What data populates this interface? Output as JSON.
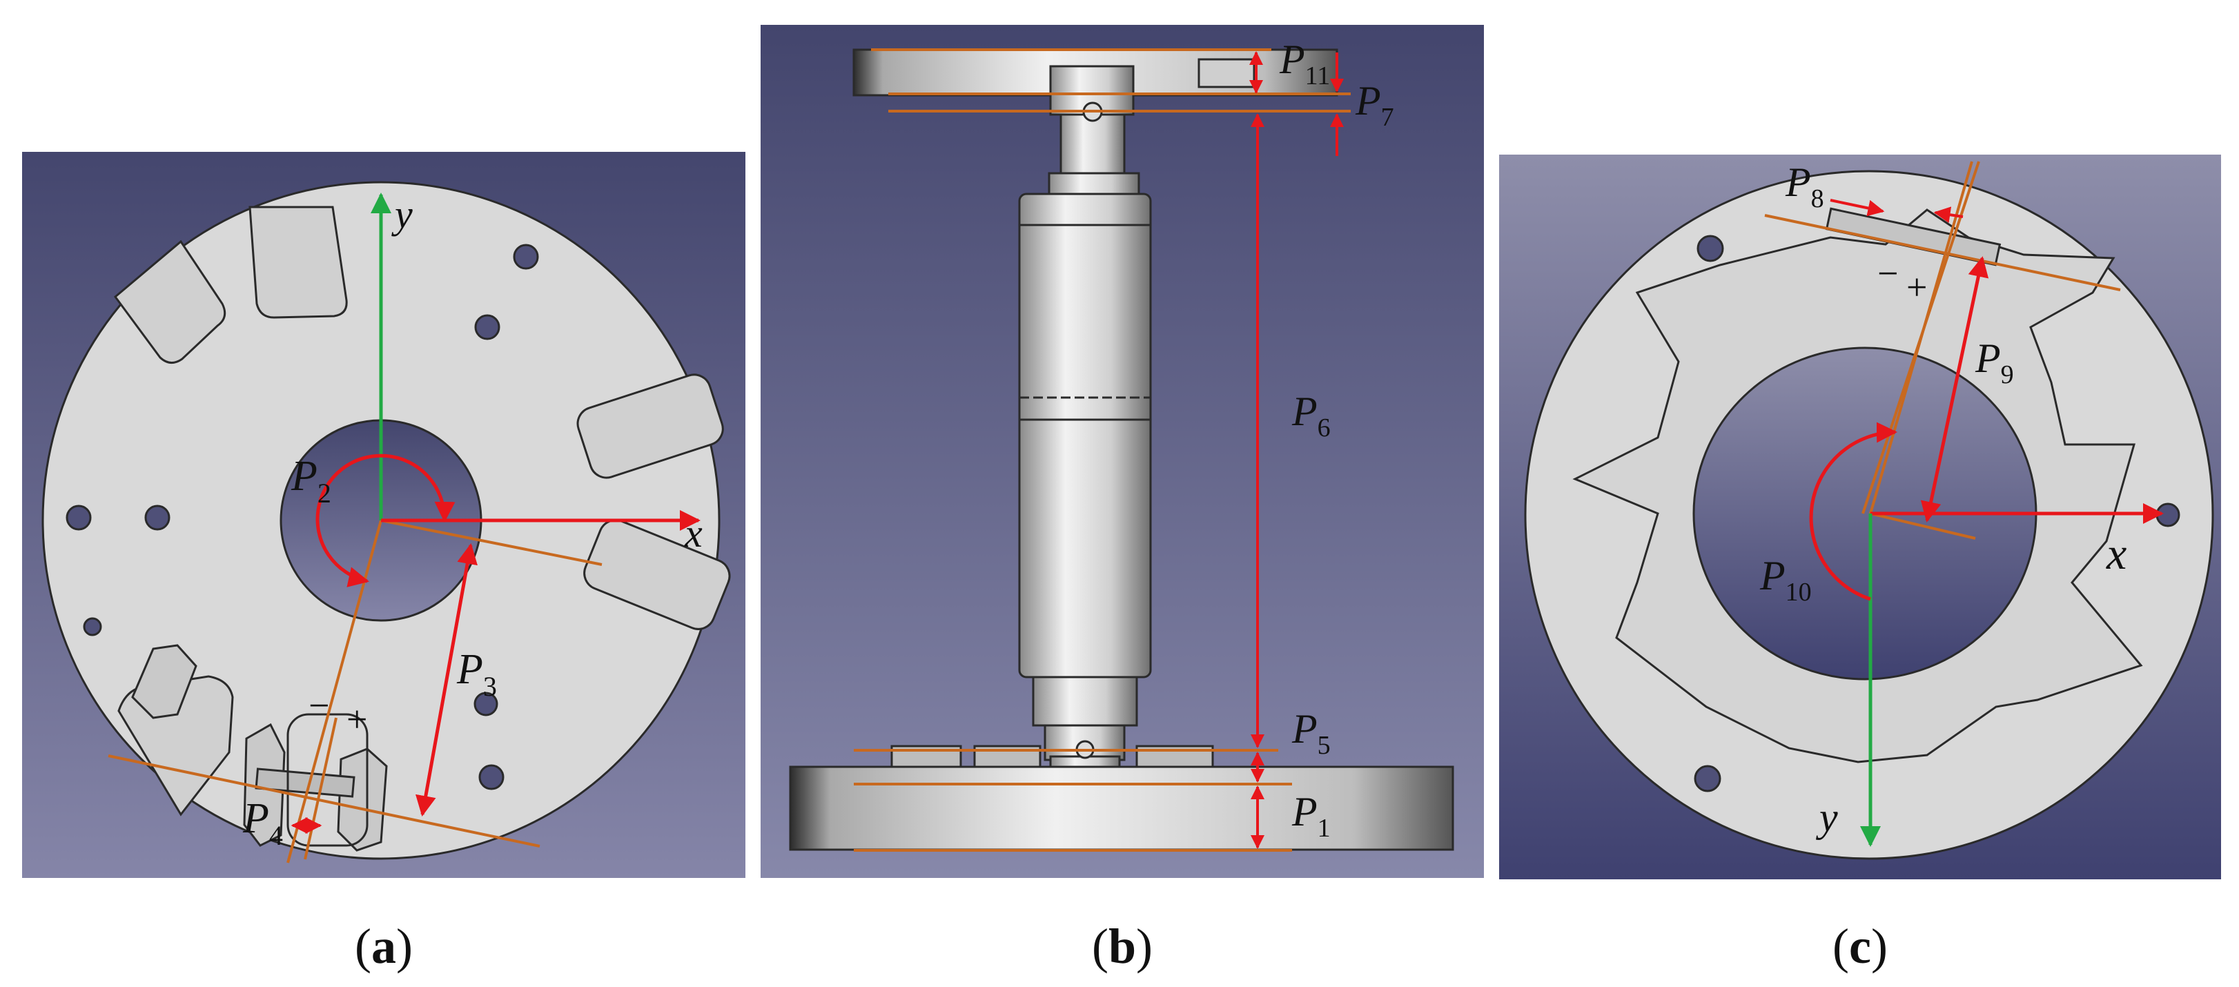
{
  "panels": [
    {
      "id": "a",
      "caption_letter": "a",
      "labels": {
        "P2": "P",
        "P2_sub": "2",
        "P3": "P",
        "P3_sub": "3",
        "P4": "P",
        "P4_sub": "4",
        "x": "x",
        "y": "y",
        "minus": "−",
        "plus": "+"
      }
    },
    {
      "id": "b",
      "caption_letter": "b",
      "labels": {
        "P11": "P",
        "P11_sub": "11",
        "P7": "P",
        "P7_sub": "7",
        "P6": "P",
        "P6_sub": "6",
        "P5": "P",
        "P5_sub": "5",
        "P1": "P",
        "P1_sub": "1"
      }
    },
    {
      "id": "c",
      "caption_letter": "c",
      "labels": {
        "P8": "P",
        "P8_sub": "8",
        "P9": "P",
        "P9_sub": "9",
        "P10": "P",
        "P10_sub": "10",
        "x": "x",
        "y": "y",
        "minus": "−",
        "plus": "+"
      }
    }
  ],
  "colors": {
    "axis_x": "#e8161b",
    "axis_y": "#22aa44",
    "dimension": "#e8161b",
    "reference_line": "#c8691f",
    "part_fill": "#d8d8d8",
    "part_stroke": "#2a2a2a"
  }
}
